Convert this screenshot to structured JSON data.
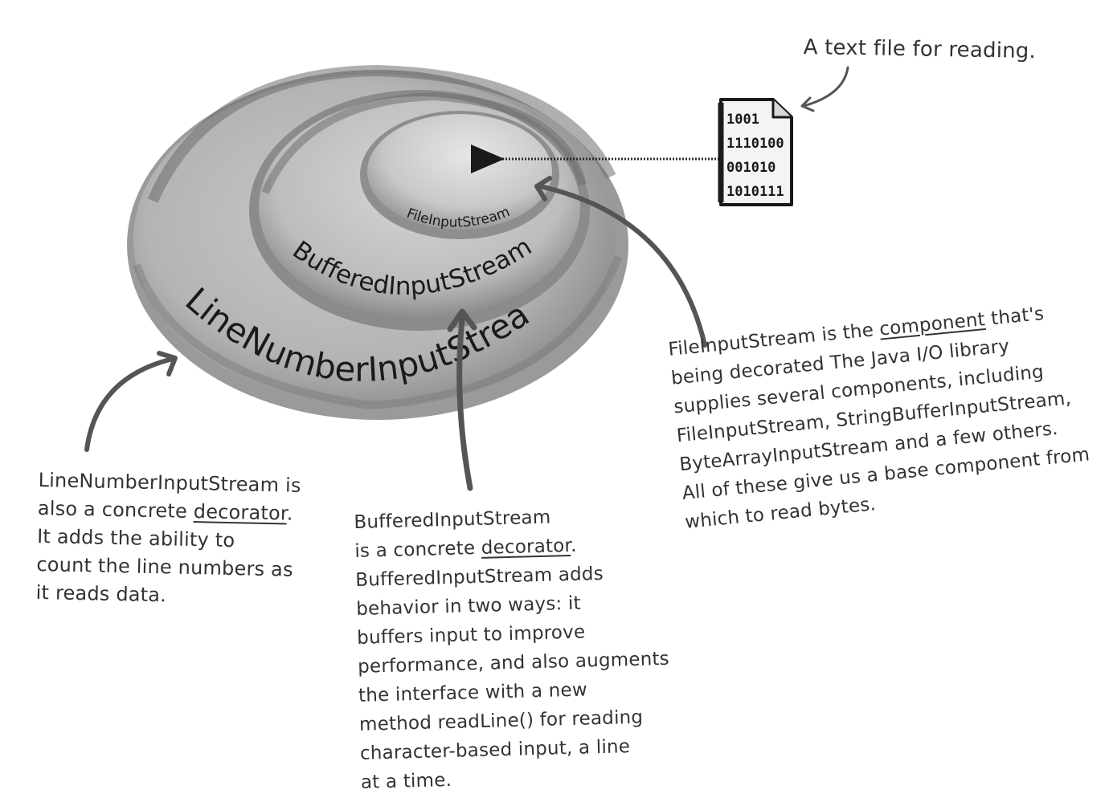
{
  "rings": {
    "outer_label": "LineNumberInputStream",
    "middle_label": "BufferedInputStream",
    "inner_label": "FileInputStream"
  },
  "file": {
    "bits": [
      "1001",
      "1110100",
      "001010",
      "1010111"
    ]
  },
  "notes": {
    "text_file": "A text file for reading.",
    "line_number": {
      "lines": [
        "LineNumberInputStream is",
        "also a concrete ",
        "It adds the ability to",
        "count the line numbers as",
        "it reads data."
      ],
      "underlined": "decorator",
      "after_underline": "."
    },
    "buffered": {
      "line1": "BufferedInputStream",
      "line2_pre": "is a concrete ",
      "underlined": "decorator",
      "line2_post": ".",
      "rest": [
        "BufferedInputStream adds",
        "behavior in two ways: it",
        "buffers input to improve",
        "performance, and also augments",
        "the interface with a new",
        "method readLine() for reading",
        "character-based input, a line",
        "at a time."
      ]
    },
    "file_component": {
      "line1_pre": "FileInputStream is the ",
      "underlined": "component",
      "line1_post": " that's",
      "rest": [
        "being decorated The Java I/O library",
        "supplies several components, including",
        "FileInputStream, StringBufferInputStream,",
        "ByteArrayInputStream and a few others.",
        "All of these give us a base component from",
        "which to read bytes."
      ]
    }
  }
}
